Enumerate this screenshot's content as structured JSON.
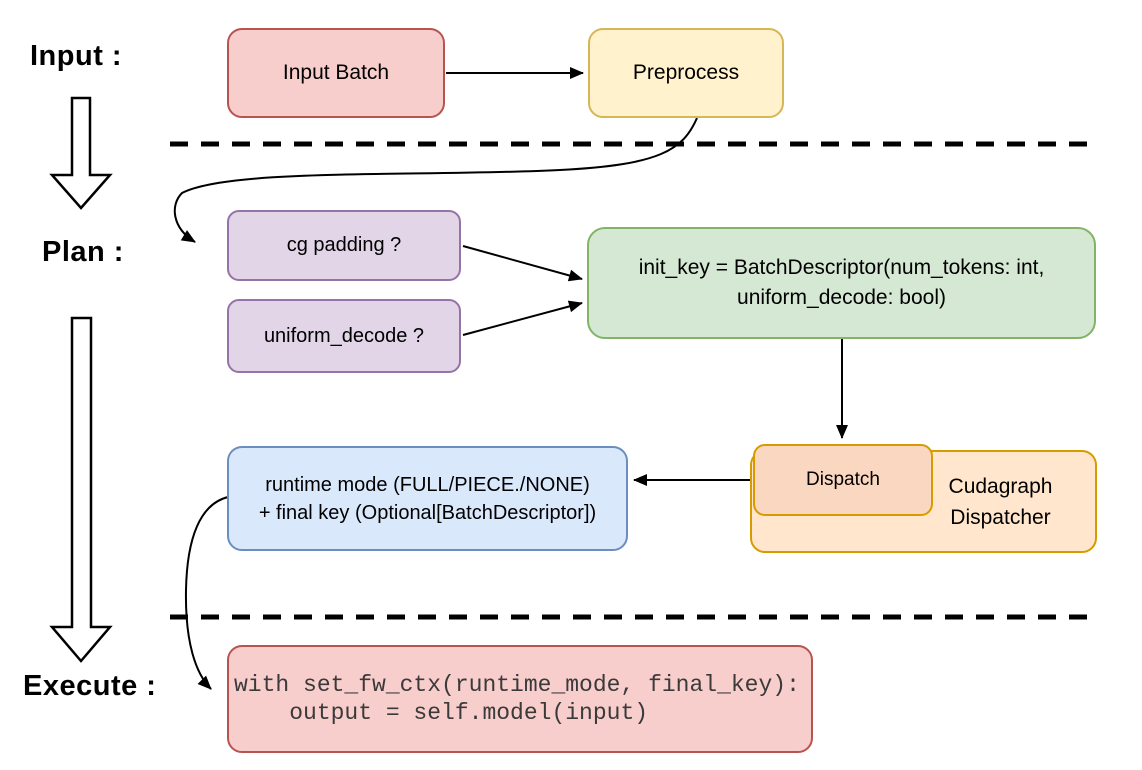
{
  "diagram": {
    "stages": {
      "input_label": "Input :",
      "plan_label": "Plan :",
      "execute_label": "Execute :"
    },
    "nodes": {
      "input_batch": {
        "label": "Input Batch"
      },
      "preprocess": {
        "label": "Preprocess"
      },
      "cg_padding": {
        "label": "cg padding ?"
      },
      "uniform_decode": {
        "label": "uniform_decode ?"
      },
      "init_key": {
        "line1": "init_key = BatchDescriptor(num_tokens: int,",
        "line2": "uniform_decode: bool)"
      },
      "dispatch": {
        "label": "Dispatch"
      },
      "cudagraph_dispatcher": {
        "line1": "Cudagraph",
        "line2": "Dispatcher"
      },
      "runtime_mode": {
        "line1": "runtime mode (FULL/PIECE./NONE)",
        "line2": "+ final key (Optional[BatchDescriptor])"
      },
      "execute_code": {
        "line1": "with set_fw_ctx(runtime_mode, final_key):",
        "line2": "    output = self.model(input)"
      }
    },
    "colors": {
      "red_fill": "#f8cecc",
      "red_stroke": "#b85450",
      "yellow_fill": "#fff2cc",
      "yellow_stroke": "#d6b656",
      "purple_fill": "#e1d5e7",
      "purple_stroke": "#9673a6",
      "green_fill": "#d5e8d4",
      "green_stroke": "#82b366",
      "orange_fill": "#ffe6cc",
      "orange_inner_fill": "#fad7c0",
      "orange_stroke": "#d79b00",
      "blue_fill": "#dae8fc",
      "blue_stroke": "#6c8ebf",
      "connector": "#000000"
    }
  }
}
